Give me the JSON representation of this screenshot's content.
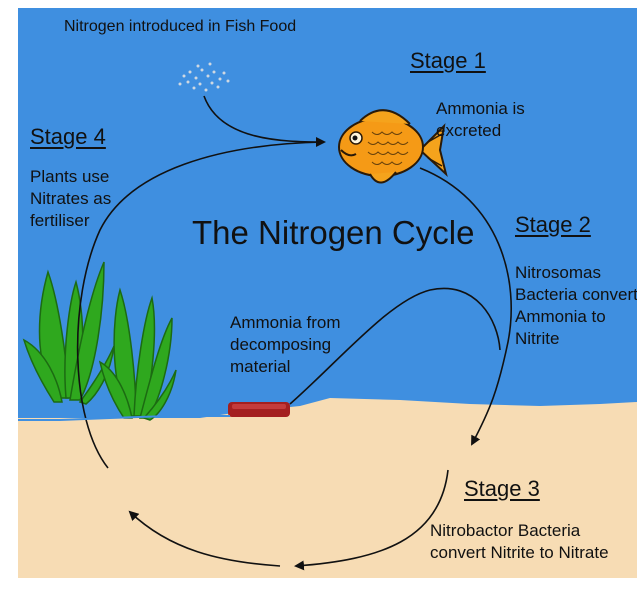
{
  "diagram": {
    "title": "The Nitrogen Cycle",
    "top_note": "Nitrogen introduced in Fish Food",
    "stages": [
      {
        "title": "Stage 1",
        "lines": [
          "Ammonia is",
          "excreted"
        ]
      },
      {
        "title": "Stage 2",
        "lines": [
          "Nitrosomas",
          "Bacteria convert",
          "Ammonia to",
          "Nitrite"
        ]
      },
      {
        "title": "Stage 3",
        "lines": [
          "Nitrobactor Bacteria",
          "convert Nitrite to Nitrate"
        ]
      },
      {
        "title": "Stage 4",
        "lines": [
          "Plants use",
          "Nitrates as",
          "fertiliser"
        ]
      }
    ],
    "decomposing_label": [
      "Ammonia from",
      "decomposing",
      "material"
    ],
    "icons": [
      "fish-icon",
      "fish-food-particles-icon",
      "aquatic-plant-icon",
      "decomposing-material-icon"
    ]
  },
  "colors": {
    "water": "#3f8fe0",
    "sand": "#f7dcb4",
    "fish_body": "#f59a16",
    "plant": "#2fa81e",
    "decay": "#a41f1f",
    "arrow": "#111111"
  }
}
